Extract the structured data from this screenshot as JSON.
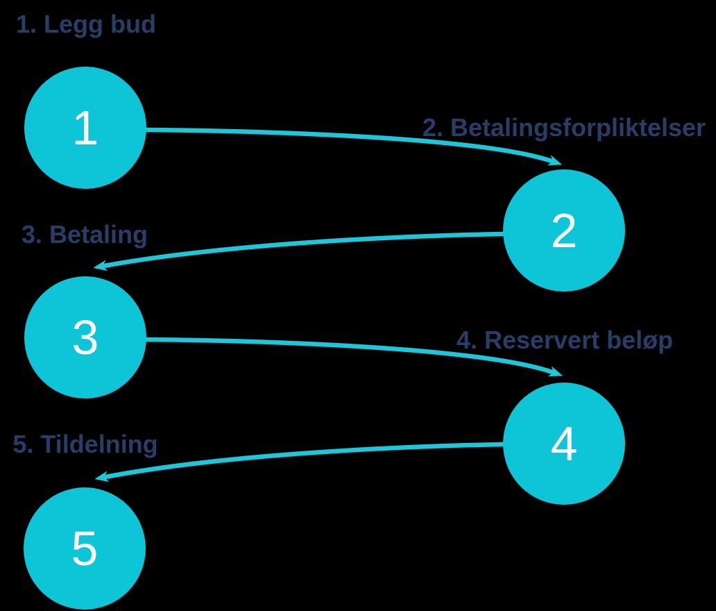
{
  "colors": {
    "background": "#000000",
    "node": "#0dc5d7",
    "arrow": "#1bc8da",
    "label": "#283e66",
    "number": "#ffffff"
  },
  "diagram": {
    "type": "process-flow",
    "steps": [
      {
        "number": "1",
        "label": "1. Legg bud"
      },
      {
        "number": "2",
        "label": "2. Betalingsforpliktelser"
      },
      {
        "number": "3",
        "label": "3. Betaling"
      },
      {
        "number": "4",
        "label": "4. Reservert beløp"
      },
      {
        "number": "5",
        "label": "5. Tildelning"
      }
    ],
    "connections": [
      {
        "from": "1",
        "to": "2"
      },
      {
        "from": "2",
        "to": "3"
      },
      {
        "from": "3",
        "to": "4"
      },
      {
        "from": "4",
        "to": "5"
      }
    ]
  }
}
